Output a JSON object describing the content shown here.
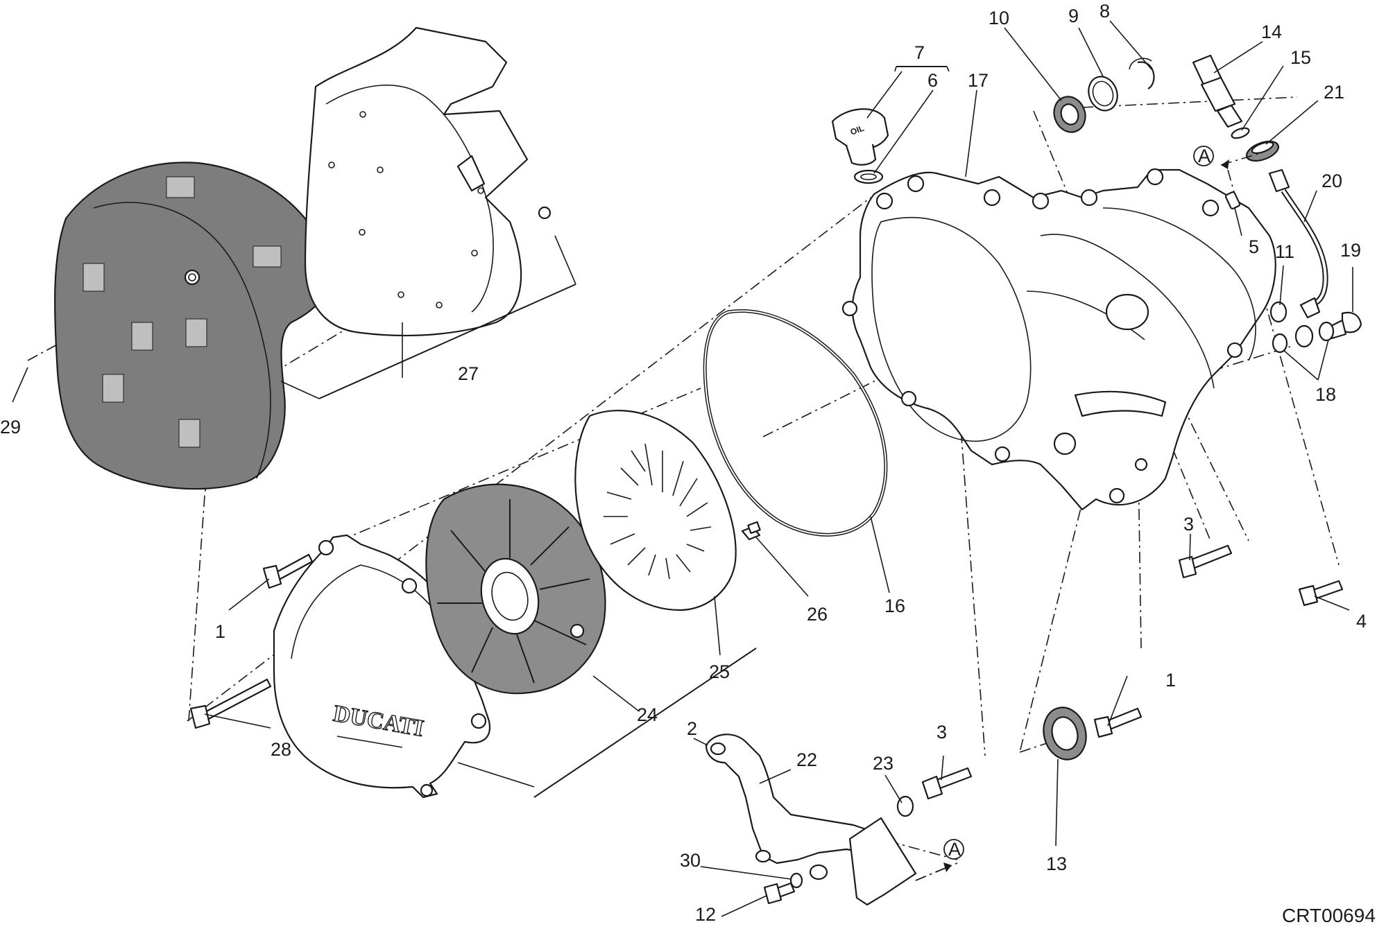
{
  "diagram": {
    "drawing_code": "CRT00694",
    "reference_marker": "A",
    "callouts": [
      {
        "id": "c1a",
        "label": "1"
      },
      {
        "id": "c1b",
        "label": "1"
      },
      {
        "id": "c2",
        "label": "2"
      },
      {
        "id": "c3a",
        "label": "3"
      },
      {
        "id": "c3b",
        "label": "3"
      },
      {
        "id": "c4",
        "label": "4"
      },
      {
        "id": "c5",
        "label": "5"
      },
      {
        "id": "c6",
        "label": "6"
      },
      {
        "id": "c7",
        "label": "7"
      },
      {
        "id": "c8",
        "label": "8"
      },
      {
        "id": "c9",
        "label": "9"
      },
      {
        "id": "c10",
        "label": "10"
      },
      {
        "id": "c11",
        "label": "11"
      },
      {
        "id": "c12",
        "label": "12"
      },
      {
        "id": "c13",
        "label": "13"
      },
      {
        "id": "c14",
        "label": "14"
      },
      {
        "id": "c15",
        "label": "15"
      },
      {
        "id": "c16",
        "label": "16"
      },
      {
        "id": "c17",
        "label": "17"
      },
      {
        "id": "c18",
        "label": "18"
      },
      {
        "id": "c19",
        "label": "19"
      },
      {
        "id": "c20",
        "label": "20"
      },
      {
        "id": "c21",
        "label": "21"
      },
      {
        "id": "c22",
        "label": "22"
      },
      {
        "id": "c23",
        "label": "23"
      },
      {
        "id": "c24",
        "label": "24"
      },
      {
        "id": "c25",
        "label": "25"
      },
      {
        "id": "c26",
        "label": "26"
      },
      {
        "id": "c27",
        "label": "27"
      },
      {
        "id": "c28",
        "label": "28"
      },
      {
        "id": "c29",
        "label": "29"
      },
      {
        "id": "c30",
        "label": "30"
      }
    ],
    "cover_brand_text": "DUCATI",
    "oil_cap_text": "OIL"
  }
}
